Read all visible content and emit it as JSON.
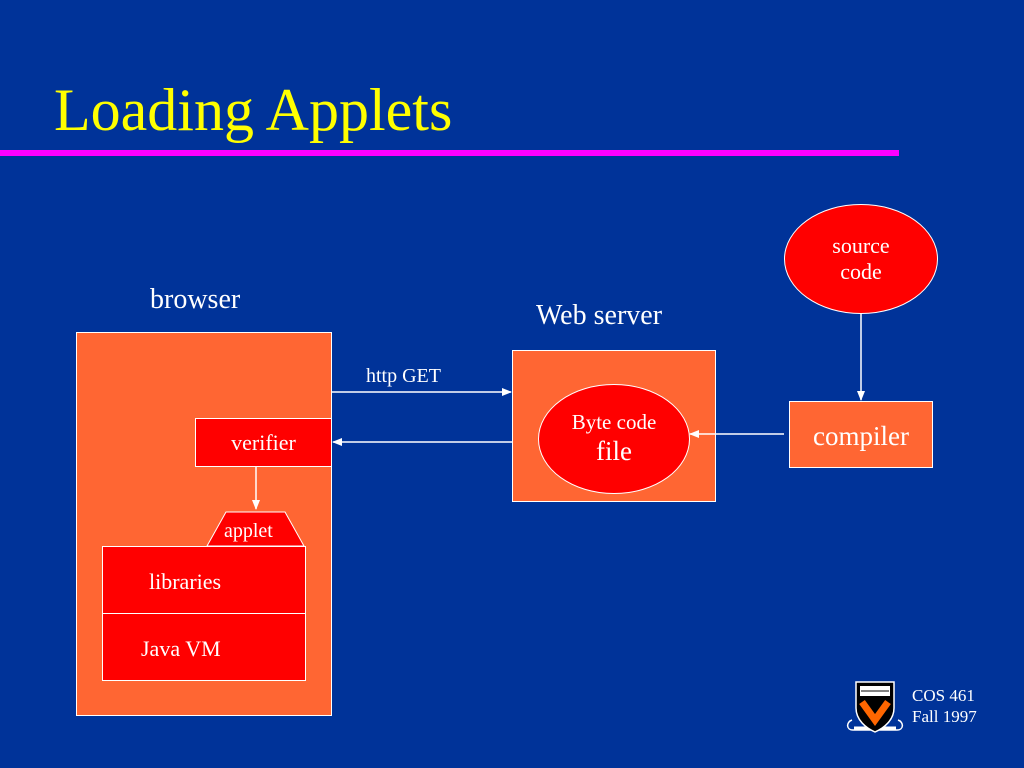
{
  "title": "Loading Applets",
  "diagram": {
    "browser_label": "browser",
    "web_server_label": "Web server",
    "verifier": "verifier",
    "applet": "applet",
    "libraries": "libraries",
    "java_vm": "Java VM",
    "http_get": "http GET",
    "byte_code_line1": "Byte code",
    "byte_code_line2": "file",
    "compiler": "compiler",
    "source_line1": "source",
    "source_line2": "code"
  },
  "footer": {
    "course": "COS 461",
    "term": "Fall 1997"
  },
  "colors": {
    "background": "#003399",
    "title": "#ffff00",
    "rule": "#ff00ff",
    "container": "#ff6633",
    "component": "#ff0000",
    "line": "#ffffff"
  }
}
